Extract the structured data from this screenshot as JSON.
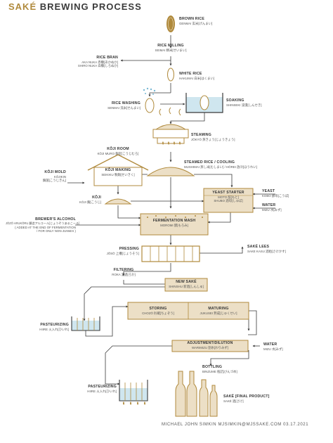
{
  "title": {
    "accent": "SAKÉ",
    "rest": " BREWING PROCESS"
  },
  "colors": {
    "gold": "#b08a3c",
    "gold_fill": "#ecdfc6",
    "dark": "#3a3a3a",
    "water": "#cfe6ef"
  },
  "steps": {
    "brown_rice": {
      "label": "BROWN RICE",
      "sub": "GENMAI 玄米[げんまい]"
    },
    "rice_milling": {
      "label": "RICE MILLING",
      "sub": "SEIMAI 精米[せいまい]"
    },
    "rice_bran": {
      "label": "RICE BRAN",
      "sub1": "AKA NUKA 赤糠[あかぬか]",
      "sub2": "SHIRO NUKA 白糠[しろぬか]"
    },
    "white_rice": {
      "label": "WHITE RICE",
      "sub": "HAKUMAI 白米[はくまい]"
    },
    "rice_washing": {
      "label": "RICE WASHING",
      "sub": "SENMAI 洗米[せんまい]"
    },
    "soaking": {
      "label": "SOAKING",
      "sub": "SHINSEKI 浸漬[しんせき]"
    },
    "steaming": {
      "label": "STEAMING",
      "sub": "JŌKYŌ 蒸きょう[じょうきょう]"
    },
    "koji_room": {
      "label": "KŌJI ROOM",
      "sub": "KŌJI MURO 麹室[こうじむろ]"
    },
    "steamed_rice": {
      "label": "STEAMED RICE / COOLING",
      "sub": "MUSHIMAI 蒸し米[むしまい] / HŌREI 放冷[ほうれい]"
    },
    "koji_making": {
      "label": "KŌJI MAKING",
      "sub": "SEIKIKU 製麹[せいきく]"
    },
    "koji_mold": {
      "label": "KŌJI MOLD",
      "sub": "KŌJIKIN",
      "sub2": "麹菌[こうじきん]"
    },
    "koji": {
      "label": "KŌJI",
      "sub": "KŌJI 麹[こうじ]"
    },
    "yeast_starter": {
      "label": "YEAST STARTER",
      "sub1": "MOTO 酛[もと]",
      "sub2": "SHUBO 酒母[しゅぼ]"
    },
    "yeast": {
      "label": "YEAST",
      "sub": "KOBO 酵母[こうぼ]"
    },
    "water1": {
      "label": "WATER",
      "sub": "MIZU 水[みず]"
    },
    "brewers_alcohol": {
      "label": "BREWER'S ALCOHOL",
      "sub1": "JŌZŌ ARUKŌRU 醸造アルコール[じょうぞうあるこーる]",
      "sub2": "( ADDED AT THE END OF FERMENTATION",
      "sub3": "/ FOR ONLY NON-JUNMAI )"
    },
    "fermentation": {
      "label": "FERMENTATION MASH",
      "sub": "MOROMI 醪[もろみ]"
    },
    "pressing": {
      "label": "PRESSING",
      "sub": "JŌSŌ 上槽[じょうそう]"
    },
    "sake_lees": {
      "label": "SAKÉ LEES",
      "sub": "SAKE KASU 酒粕[さけかす]"
    },
    "filtering": {
      "label": "FILTERING",
      "sub": "ROKA 濾過[ろか]"
    },
    "new_sake": {
      "label": "NEW SAKÉ",
      "sub": "SHINSHU 新酒[しんしゅ]"
    },
    "pasteurizing1": {
      "label": "PASTEURIZING",
      "sub": "HIIRE 火入れ[ひいれ]"
    },
    "storing": {
      "label": "STORING",
      "sub": "CHOZŌ 貯蔵[ちょぞう]"
    },
    "maturing": {
      "label": "MATURING",
      "sub": "JUKUSEI 熟成[じゅくせい]"
    },
    "adjustment": {
      "label": "ADJUSTMENT/DILUTION",
      "sub": "WARIMIZU 割水[わりみず]"
    },
    "water2": {
      "label": "WATER",
      "sub": "MIZU 水[みず]"
    },
    "bottling": {
      "label": "BOTTLING",
      "sub": "BINZUME 瓶詰[びんづめ]"
    },
    "pasteurizing2": {
      "label": "PASTEURIZING",
      "sub": "HIIRE 火入れ[ひいれ]"
    },
    "final": {
      "label": "SAKÉ [FINAL PRODUCT]",
      "sub": "SAKÉ 酒[さけ]"
    }
  },
  "footer": "MICHAEL JOHN SIMKIN    MJSIMKIN@MJSSAKE.COM    03.17.2021"
}
